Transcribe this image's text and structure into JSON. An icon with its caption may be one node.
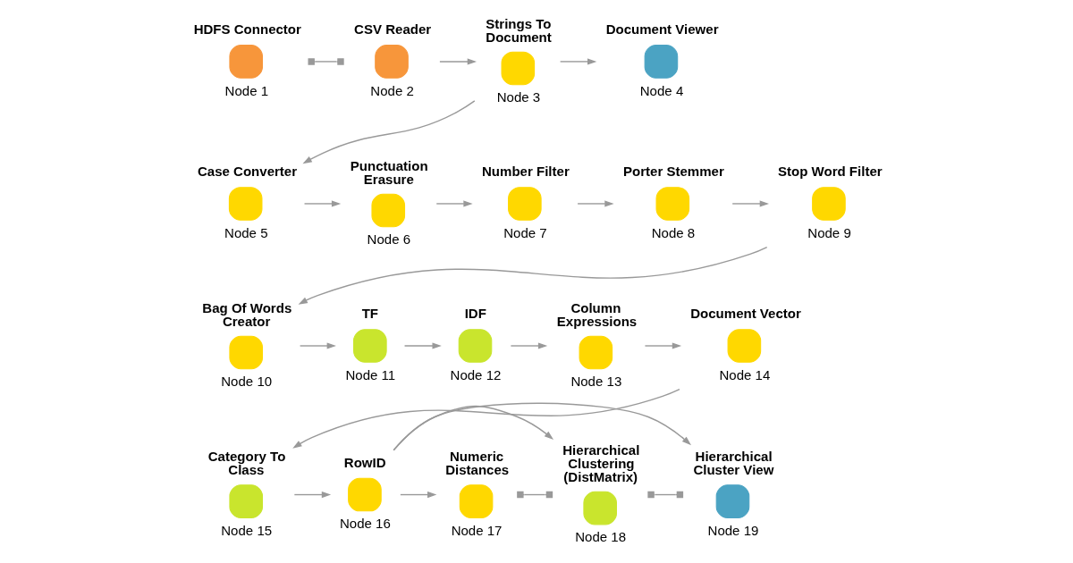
{
  "diagram": {
    "nodes": [
      {
        "text": [
          "HDFS Connector",
          "Node 1"
        ]
      },
      {
        "text": [
          "CSV Reader",
          "Node 2"
        ]
      },
      {
        "text": [
          "Strings To Document",
          "Node 3"
        ]
      },
      {
        "text": [
          "Document Viewer",
          "Node 4"
        ]
      },
      {
        "text": [
          "Case Converter",
          "Node 5"
        ]
      },
      {
        "text": [
          "Punctuation Erasure",
          "Node 6"
        ]
      },
      {
        "text": [
          "Number Filter",
          "Node 7"
        ]
      },
      {
        "text": [
          "Porter Stemmer",
          "Node 8"
        ]
      },
      {
        "text": [
          "Stop Word Filter",
          "Node 9"
        ]
      },
      {
        "text": [
          "Bag Of Words Creator",
          "Node 10"
        ]
      },
      {
        "text": [
          "TF",
          "Node 11"
        ]
      },
      {
        "text": [
          "IDF",
          "Node 12"
        ]
      },
      {
        "text": [
          "Column Expressions",
          "Node 13"
        ]
      },
      {
        "text": [
          "Document Vector",
          "Node 14"
        ]
      },
      {
        "text": [
          "Category To Class",
          "Node 15"
        ]
      },
      {
        "text": [
          "RowID",
          "Node 16"
        ]
      },
      {
        "text": [
          "Numeric Distances",
          "Node 17"
        ]
      },
      {
        "text": [
          "Hierarchical Clustering (DistMatrix)",
          "Node 18"
        ]
      },
      {
        "text": [
          "Hierarchical Cluster View",
          "Node 19"
        ]
      }
    ],
    "edges": [
      {
        "from": 0,
        "to": 1,
        "arrow": "other"
      },
      {
        "from": 1,
        "to": 2,
        "arrow": "to"
      },
      {
        "from": 2,
        "to": 3,
        "arrow": "to"
      },
      {
        "from": 2,
        "to": 4,
        "arrow": "to"
      },
      {
        "from": 4,
        "to": 5,
        "arrow": "to"
      },
      {
        "from": 5,
        "to": 6,
        "arrow": "to"
      },
      {
        "from": 6,
        "to": 7,
        "arrow": "to"
      },
      {
        "from": 7,
        "to": 8,
        "arrow": "to"
      },
      {
        "from": 8,
        "to": 9,
        "arrow": "to"
      },
      {
        "from": 9,
        "to": 10,
        "arrow": "to"
      },
      {
        "from": 10,
        "to": 11,
        "arrow": "to"
      },
      {
        "from": 11,
        "to": 12,
        "arrow": "to"
      },
      {
        "from": 12,
        "to": 13,
        "arrow": "to"
      },
      {
        "from": 13,
        "to": 14,
        "arrow": "to"
      },
      {
        "from": 14,
        "to": 15,
        "arrow": "to"
      },
      {
        "from": 15,
        "to": 17,
        "arrow": "to"
      },
      {
        "from": 15,
        "to": 18,
        "arrow": "to"
      },
      {
        "from": 15,
        "to": 16,
        "arrow": "to"
      },
      {
        "from": 16,
        "to": 17,
        "arrow": "other"
      },
      {
        "from": 17,
        "to": 18,
        "arrow": "other"
      }
    ]
  }
}
